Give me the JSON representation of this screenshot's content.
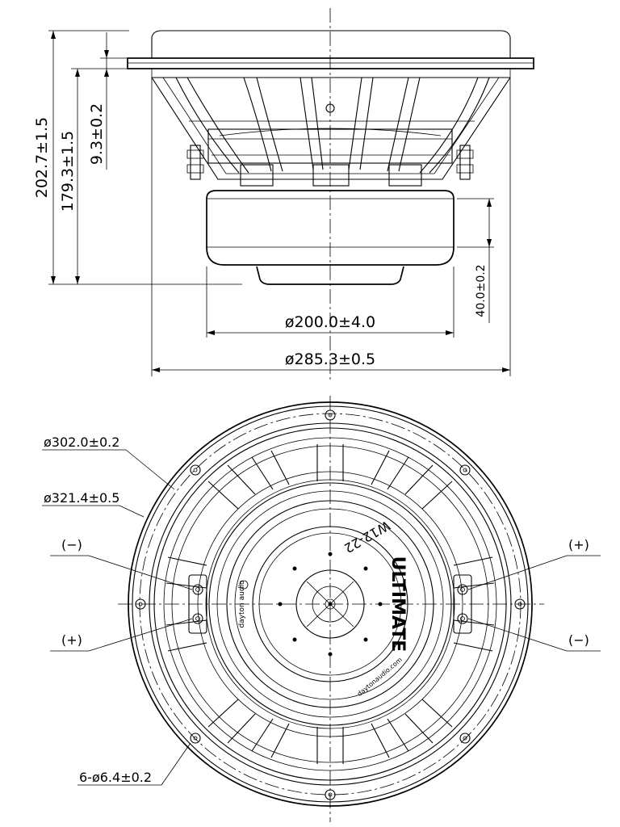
{
  "side_view": {
    "dim_overall_height": "202.7±1.5",
    "dim_frame_height": "179.3±1.5",
    "dim_flange": "9.3±0.2",
    "dim_magnet_height": "40.0±0.2",
    "dim_magnet_diameter": "ø200.0±4.0",
    "dim_frame_diameter": "ø285.3±0.5"
  },
  "front_view": {
    "dim_bolt_circle": "ø302.0±0.2",
    "dim_outer_diameter": "ø321.4±0.5",
    "dim_mount_holes": "6-ø6.4±0.2",
    "terminal_labels": {
      "left_top": "(−)",
      "left_bottom": "(+)",
      "right_top": "(+)",
      "right_bottom": "(−)"
    },
    "cap_text": "ULTIMATE",
    "model_text": "W12-22",
    "brand_text": "dayton audio",
    "url_text": "daytonaudio.com"
  }
}
